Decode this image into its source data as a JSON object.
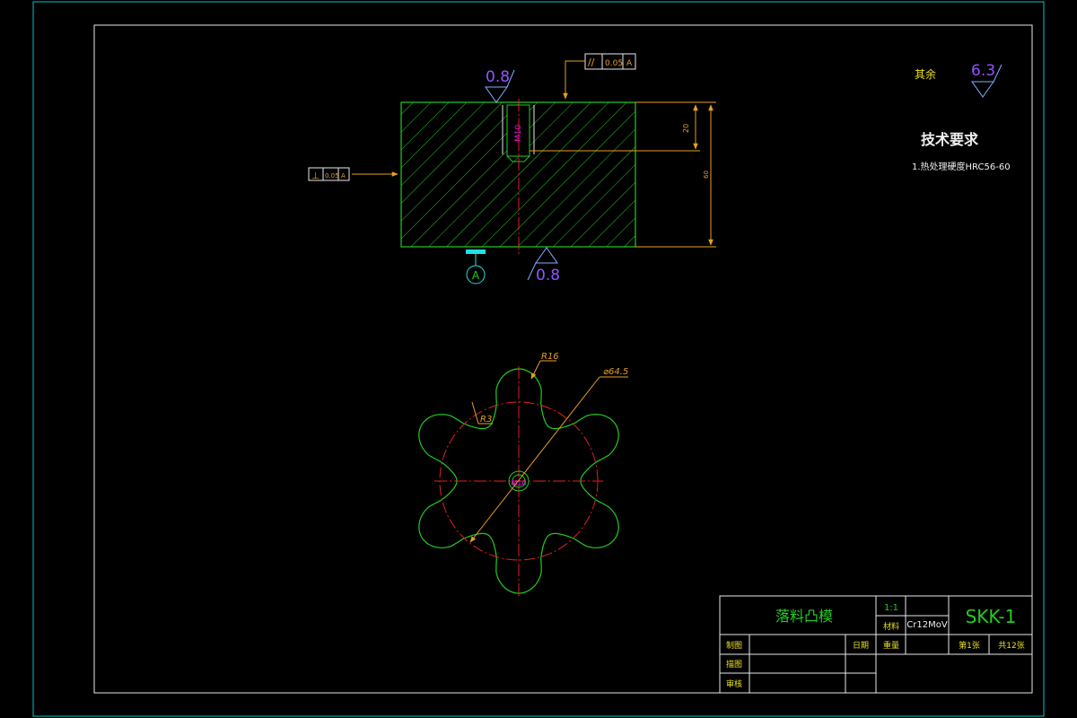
{
  "colors": {
    "background": "#000000",
    "frame": "#00c8c8",
    "border": "#e8e8e8",
    "outline": "#22cc22",
    "dimension": "#e8a020",
    "centerline": "#e02020",
    "roughness": "#9055ff",
    "magenta": "#ff00ff",
    "datum": "#22e0e0",
    "text": "#f0f0f0"
  },
  "front_view": {
    "roughness_top": "0.8",
    "roughness_bottom": "0.8",
    "parallelism": {
      "symbol": "//",
      "value": "0.05",
      "datum": "A"
    },
    "perpendicularity": {
      "symbol": "⊥",
      "value": "0.05",
      "datum": "A"
    },
    "thread_label": "M10",
    "dim_20": "20",
    "dim_height": "60",
    "datum_label": "A"
  },
  "top_view": {
    "radius_lobe": "R16",
    "radius_fillet": "R3",
    "diameter": "⌀64.5",
    "center_label": "M10"
  },
  "notes": {
    "other_label": "其余",
    "other_roughness": "6.3",
    "tech_title": "技术要求",
    "tech_item": "1.热处理硬度HRC56-60"
  },
  "title_block": {
    "part_name": "落料凸模",
    "scale": "1:1",
    "material_label": "材料",
    "material": "Cr12MoV",
    "drawing_no": "SKK-1",
    "drawn": "制图",
    "date": "日期",
    "weight": "重量",
    "sheet": "第1张",
    "total": "共12张",
    "design": "描图",
    "review": "审核"
  }
}
